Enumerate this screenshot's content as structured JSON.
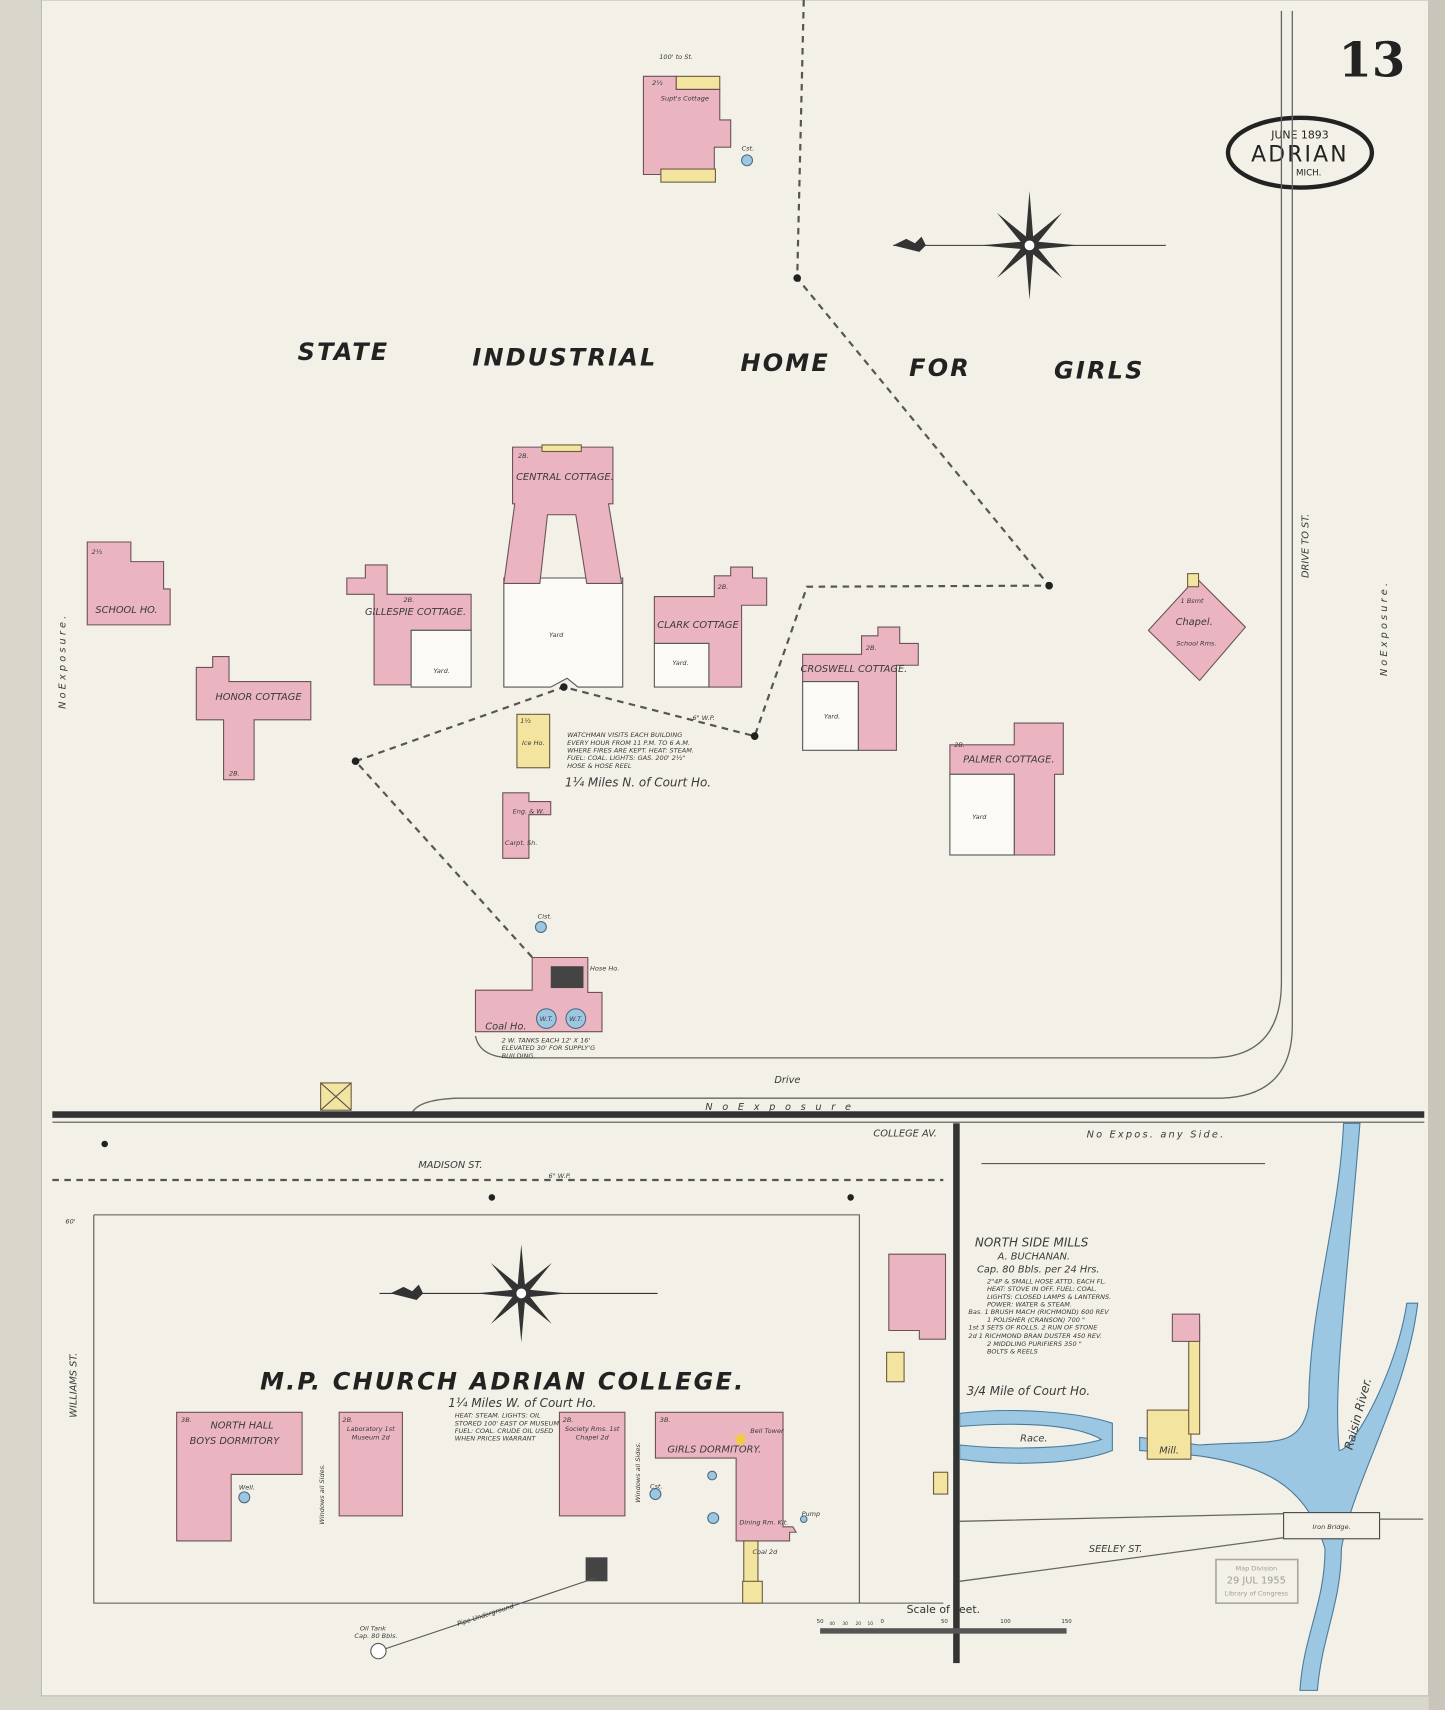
{
  "sheet": {
    "page_number": "13",
    "date": "JUNE 1893",
    "city": "ADRIAN",
    "state": "MICH."
  },
  "colors": {
    "paper": "#f3f0e7",
    "brick": "#eab5c0",
    "frame": "#f3e4a0",
    "water": "#9cc7e2"
  },
  "upper": {
    "title_words": [
      "STATE",
      "INDUSTRIAL",
      "HOME",
      "FOR",
      "GIRLS"
    ],
    "no_exposure_left": "N o   E x p o s u r e .",
    "no_exposure_right": "N o   E x p o s u r e .",
    "drive_to_st": "DRIVE TO ST.",
    "drive": "Drive",
    "road_no_exposure": "N o          E x p o s u r e",
    "distance": "1¼ Miles N. of Court Ho.",
    "watchman_note": [
      "WATCHMAN VISITS EACH BUILDING",
      "EVERY HOUR FROM 11 P.M. TO 6 A.M.",
      "WHERE FIRES ARE KEPT. HEAT: STEAM.",
      "FUEL: COAL. LIGHTS: GAS. 200' 2½\"",
      "HOSE & HOSE REEL"
    ],
    "buildings": {
      "supts": {
        "name": "Supt's Cottage",
        "stories": "2½",
        "note": "100' to St.",
        "cistern": "Cst."
      },
      "school": {
        "name": "SCHOOL HO.",
        "stories": "2½"
      },
      "honor": {
        "name": "HONOR COTTAGE",
        "stories": "2B."
      },
      "gillespie": {
        "name": "GILLESPIE COTTAGE.",
        "stories": "2B.",
        "yard": "Yard."
      },
      "central": {
        "name": "CENTRAL COTTAGE.",
        "stories": "2B.",
        "yard": "Yard"
      },
      "ice": {
        "name": "Ice Ho.",
        "stories": "1½"
      },
      "eng": {
        "name": "Eng. & W.",
        "name2": "Carpt. Sh."
      },
      "clark": {
        "name": "CLARK COTTAGE",
        "stories": "2B.",
        "yard": "Yard."
      },
      "croswell": {
        "name": "CROSWELL COTTAGE.",
        "stories": "2B.",
        "yard": "Yard."
      },
      "palmer": {
        "name": "PALMER COTTAGE.",
        "stories": "2B.",
        "yard": "Yard"
      },
      "chapel": {
        "name": "Chapel.",
        "name2": "School Rms.",
        "stories": "1 Bsmt"
      },
      "boiler": {
        "name": "Coal Ho.",
        "tank": "W.T.",
        "note": [
          "2 W. TANKS EACH 12' X 16'",
          "ELEVATED 30' FOR SUPPLY'G",
          "BUILDING."
        ],
        "hose": "Hose Ho.",
        "cistern": "Cist."
      }
    },
    "pipe_label": "6\" W.P."
  },
  "streets": {
    "college": "COLLEGE AV.",
    "madison": "MADISON ST.",
    "williams": "WILLIAMS ST.",
    "seeley": "SEELEY ST.",
    "madison_pipe": "6\" W.P."
  },
  "college": {
    "title": "M.P. CHURCH ADRIAN COLLEGE.",
    "distance": "1¼ Miles W. of Court Ho.",
    "note": [
      "HEAT: STEAM. LIGHTS: OIL",
      "STORED 100' EAST OF MUSEUM.",
      "FUEL: COAL. CRUDE OIL USED",
      "WHEN PRICES WARRANT"
    ],
    "north_hall": {
      "name": "NORTH HALL",
      "name2": "BOYS DORMITORY",
      "stories": "3B.",
      "well": "Well."
    },
    "lab": {
      "name": "Laboratory 1st",
      "name2": "Museum 2d",
      "stories": "2B."
    },
    "society": {
      "name": "Society Rms. 1st",
      "name2": "Chapel 2d",
      "stories": "2B."
    },
    "girls": {
      "name": "GIRLS DORMITORY.",
      "stories": "3B.",
      "bell": "Bell Tower",
      "dining": "Dining Rm. Kit.",
      "coal": "Coal 2d",
      "pump": "Pump",
      "cistern": "Cst."
    },
    "windows": "Windows all Sides.",
    "oil_tank": [
      "Oil Tank",
      "Cap. 80 Bbls."
    ],
    "pipe": "Pipe Underground",
    "frontage": "60'"
  },
  "mills": {
    "header": "No   Expos.   any   Side.",
    "name": "NORTH SIDE MILLS",
    "owner": "A. BUCHANAN.",
    "capacity": "Cap. 80 Bbls. per 24 Hrs.",
    "notes": [
      "2\"4P & SMALL HOSE ATTD. EACH FL.",
      "HEAT: STOVE IN OFF. FUEL: COAL.",
      "LIGHTS: CLOSED LAMPS & LANTERNS.",
      "POWER: WATER & STEAM.",
      "Bas. 1 BRUSH MACH (RICHMOND) 600 REV",
      "1 POLISHER (CRANSON) 700 \"",
      "1st 3 SETS OF ROLLS. 2 RUN OF STONE",
      "2d 1 RICHMOND BRAN DUSTER 450 REV.",
      "2 MIDDLING PURIFIERS 350 \"",
      "BOLTS & REELS"
    ],
    "distance": "3/4 Mile of Court Ho.",
    "race": "Race.",
    "mill": "Mill.",
    "river": "Raisin   River.",
    "bridge": "Iron Bridge."
  },
  "scale": {
    "title": "Scale of Feet.",
    "ticks": [
      "50",
      "40",
      "30",
      "20",
      "10",
      "0",
      "50",
      "100",
      "150"
    ]
  },
  "stamp": [
    "Map Division",
    "29 JUL 1955",
    "Library of Congress"
  ]
}
